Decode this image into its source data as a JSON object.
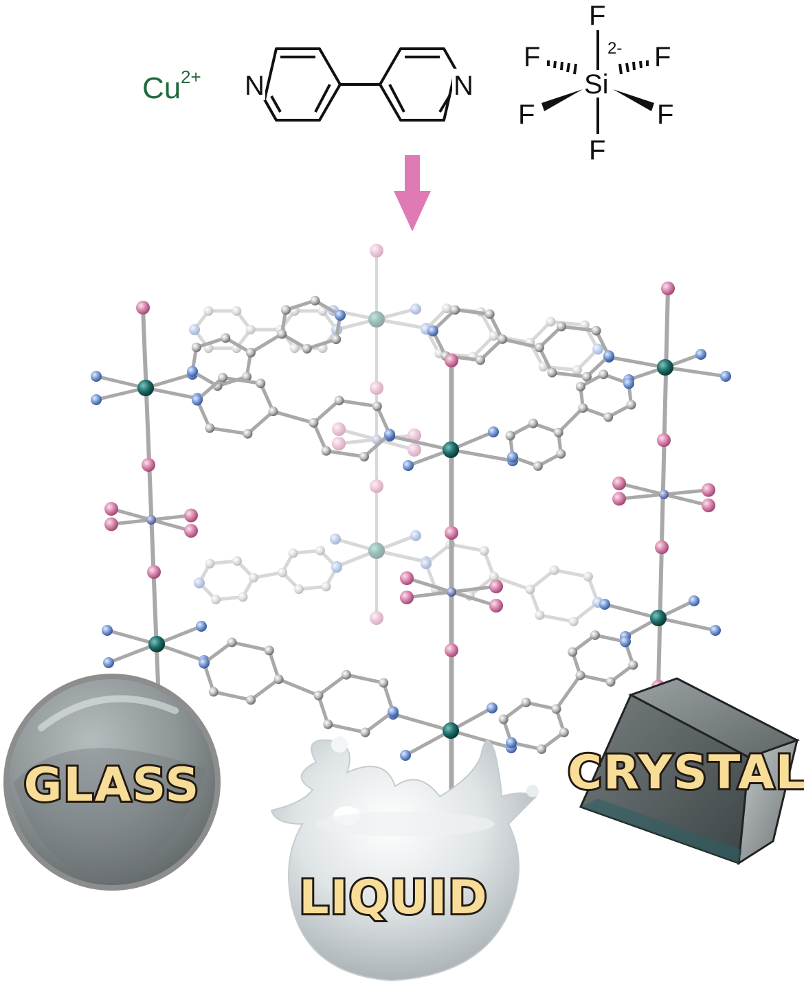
{
  "reactants": {
    "metal_ion": "Cu",
    "metal_charge": "2+",
    "linker_N_left": "N",
    "linker_N_right": "N",
    "anion_center": "Si",
    "anion_charge": "2-",
    "anion_F_top": "F",
    "anion_F_bottom": "F",
    "anion_F_upper_left": "F",
    "anion_F_upper_right": "F",
    "anion_F_lower_left": "F",
    "anion_F_lower_right": "F"
  },
  "states": {
    "glass": "GLASS",
    "liquid": "LIQUID",
    "crystal": "CRYSTAL"
  },
  "colors": {
    "arrow": "#e07ab4",
    "copper": "#1e6e69",
    "nitrogen": "#7a9bd6",
    "fluorine": "#d985ad",
    "silicon": "#8c95c9",
    "carbon": "#bdbdbd",
    "cu_label": "#1f6b3f",
    "label_fill": "#f8dd99"
  }
}
